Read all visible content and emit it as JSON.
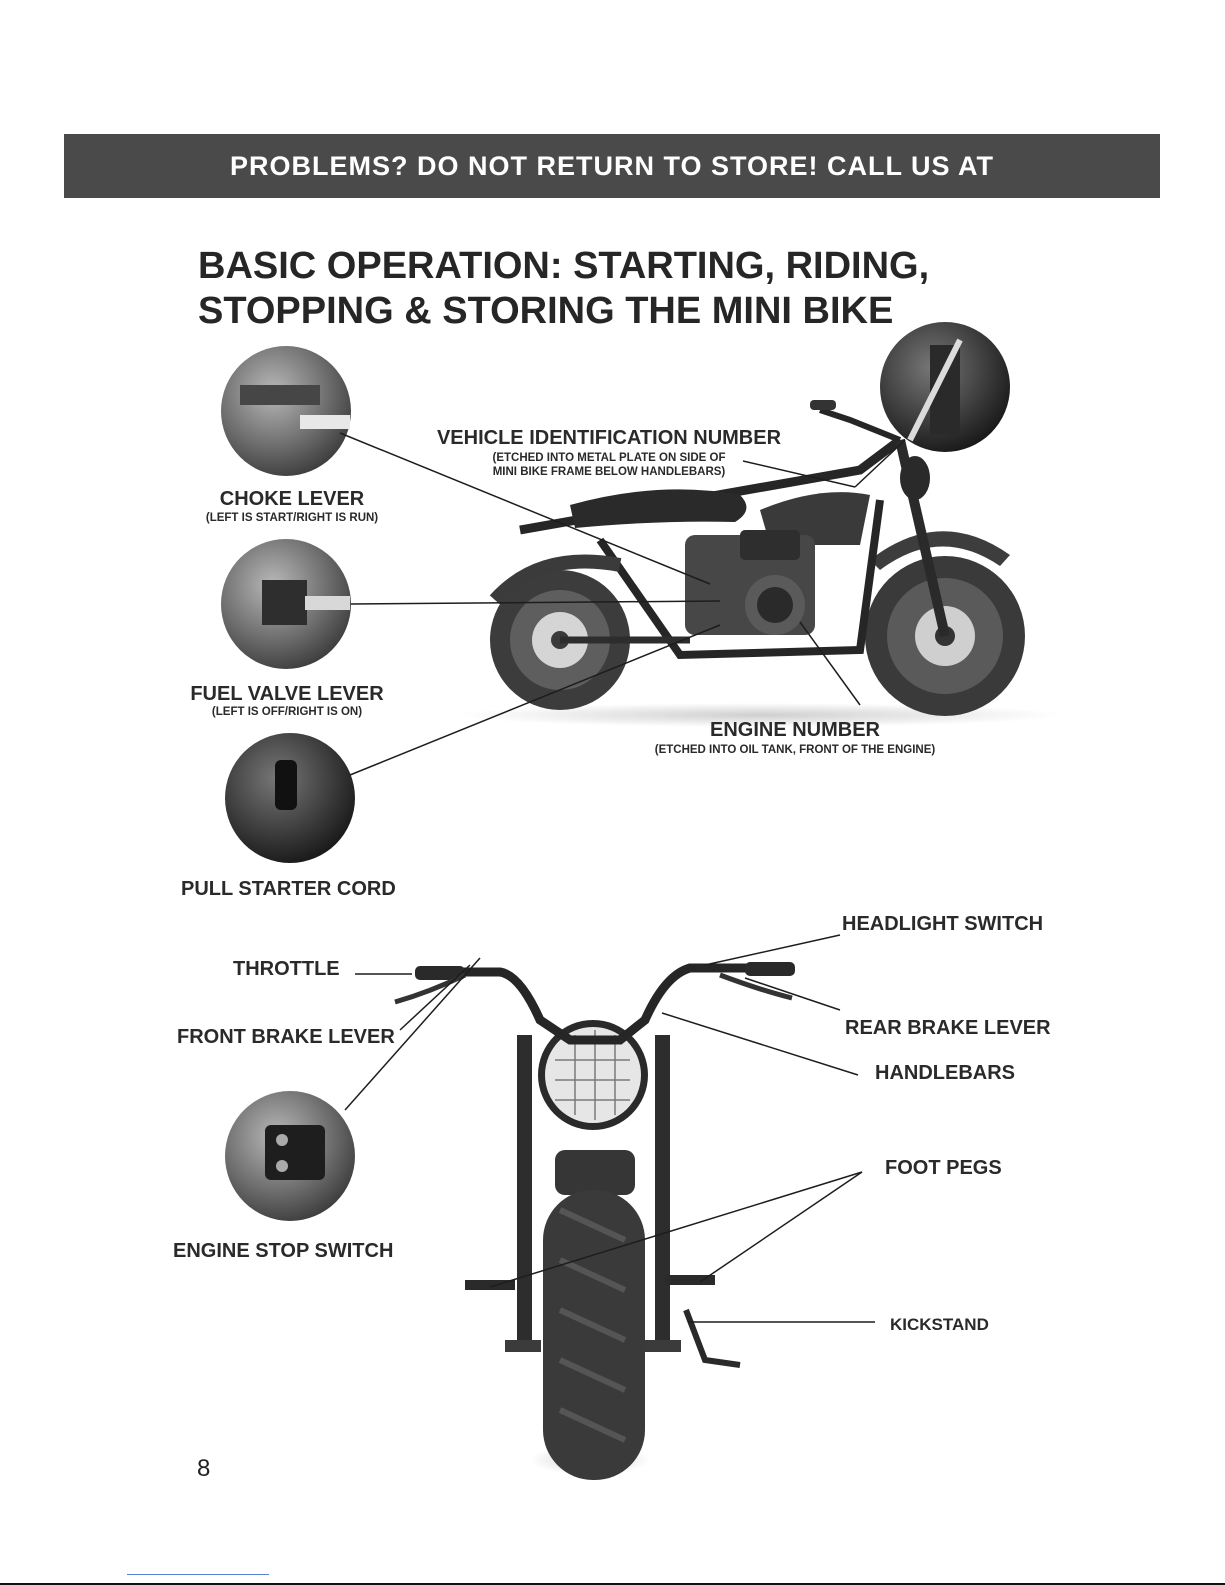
{
  "banner": {
    "text": "PROBLEMS? DO NOT RETURN TO STORE! CALL US AT"
  },
  "title": {
    "line1": "BASIC OPERATION: STARTING, RIDING,",
    "line2": "STOPPING & STORING THE MINI BIKE"
  },
  "side_view": {
    "vin": {
      "label": "VEHICLE IDENTIFICATION NUMBER",
      "note1": "(ETCHED INTO METAL PLATE ON SIDE OF",
      "note2": "MINI BIKE FRAME BELOW HANDLEBARS)"
    },
    "choke": {
      "label": "CHOKE LEVER",
      "note": "(LEFT IS START/RIGHT IS RUN)"
    },
    "fuel": {
      "label": "FUEL VALVE LEVER",
      "note": "(LEFT IS OFF/RIGHT IS ON)"
    },
    "pull": {
      "label": "PULL STARTER CORD"
    },
    "engine": {
      "label": "ENGINE NUMBER",
      "note": "(ETCHED INTO OIL TANK, FRONT OF THE ENGINE)"
    }
  },
  "front_view": {
    "headlight": "HEADLIGHT SWITCH",
    "throttle": "THROTTLE",
    "rear_brake": "REAR BRAKE LEVER",
    "front_brake": "FRONT BRAKE LEVER",
    "handlebars": "HANDLEBARS",
    "foot_pegs": "FOOT PEGS",
    "engine_stop": "ENGINE STOP SWITCH",
    "kickstand": "KICKSTAND"
  },
  "page_number": "8"
}
